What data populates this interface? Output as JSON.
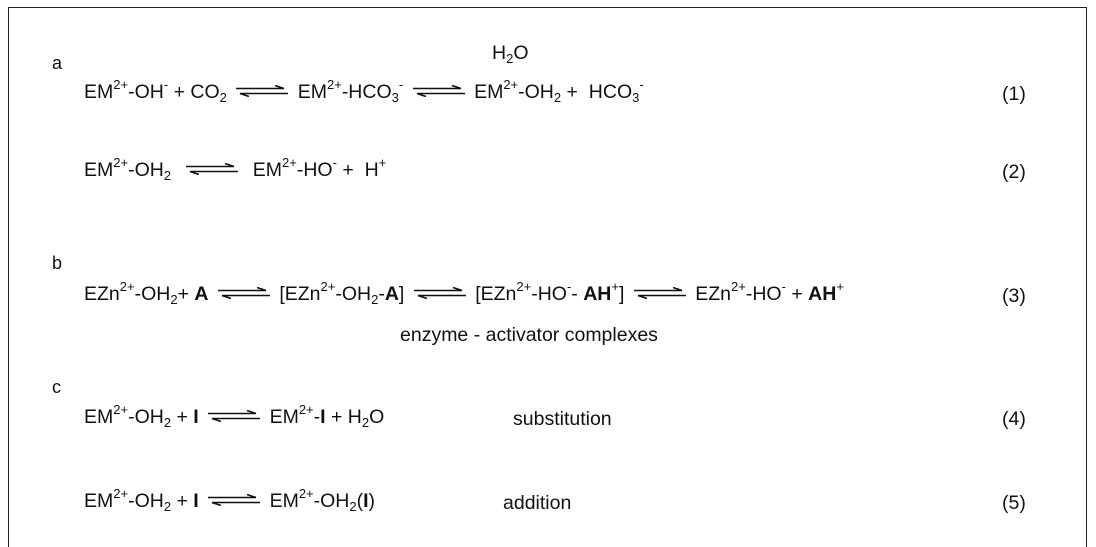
{
  "sections": {
    "a": "a",
    "b": "b",
    "c": "c"
  },
  "eq1": {
    "r1": "EM",
    "r1sup": "2+",
    "r1b": "-OH",
    "r1bsup": "-",
    "plus1": " + CO",
    "co2sub": "2",
    "i1": "EM",
    "i1sup": "2+",
    "i1b": "-HCO",
    "i1sub": "3",
    "i1subsup": "-",
    "water_label": "H",
    "water_sub": "2",
    "water_o": "O",
    "p1": "EM",
    "p1sup": "2+",
    "p1b": "-OH",
    "p1sub": "2",
    "plus2": " + ",
    "p2": "HCO",
    "p2sub": "3",
    "p2sup": "-",
    "number": "(1)"
  },
  "eq2": {
    "r1": "EM",
    "r1sup": "2+",
    "r1b": "-OH",
    "r1sub": "2",
    "p1": "EM",
    "p1sup": "2+",
    "p1b": "-HO",
    "p1bsup": "-",
    "plus": " + ",
    "p2": "H",
    "p2sup": "+",
    "number": "(2)"
  },
  "eq3": {
    "r1": "EZn",
    "r1sup": "2+",
    "r1b": "-OH",
    "r1sub": "2",
    "plus1": "+ ",
    "A": "A",
    "c1open": "[EZn",
    "c1sup": "2+",
    "c1b": "-OH",
    "c1sub": "2",
    "c1dash": "-",
    "c1A": "A",
    "c1close": "]",
    "c2open": "[EZn",
    "c2sup": "2+",
    "c2b": "-HO",
    "c2bsup": "-",
    "c2dash": "- ",
    "c2AH": "AH",
    "c2AHsup": "+",
    "c2close": "]",
    "p1": "EZn",
    "p1sup": "2+",
    "p1b": "-HO",
    "p1bsup": "-",
    "plus2": " + ",
    "p2AH": "AH",
    "p2AHsup": "+",
    "number": "(3)",
    "caption": "enzyme - activator complexes"
  },
  "eq4": {
    "r1": "EM",
    "r1sup": "2+",
    "r1b": "-OH",
    "r1sub": "2",
    "plus1": " + ",
    "I": "I",
    "p1": "EM",
    "p1sup": "2+",
    "p1b": "-",
    "p1I": "I",
    "plus2": " +  H",
    "p2sub": "2",
    "p2o": "O",
    "label": "substitution",
    "number": "(4)"
  },
  "eq5": {
    "r1": "EM",
    "r1sup": "2+",
    "r1b": "-OH",
    "r1sub": "2",
    "plus1": " + ",
    "I": "I",
    "p1": "EM",
    "p1sup": "2+",
    "p1b": "-OH",
    "p1sub": "2",
    "p1open": "(",
    "p1I": "I",
    "p1close": ")",
    "label": "addition",
    "number": "(5)"
  }
}
